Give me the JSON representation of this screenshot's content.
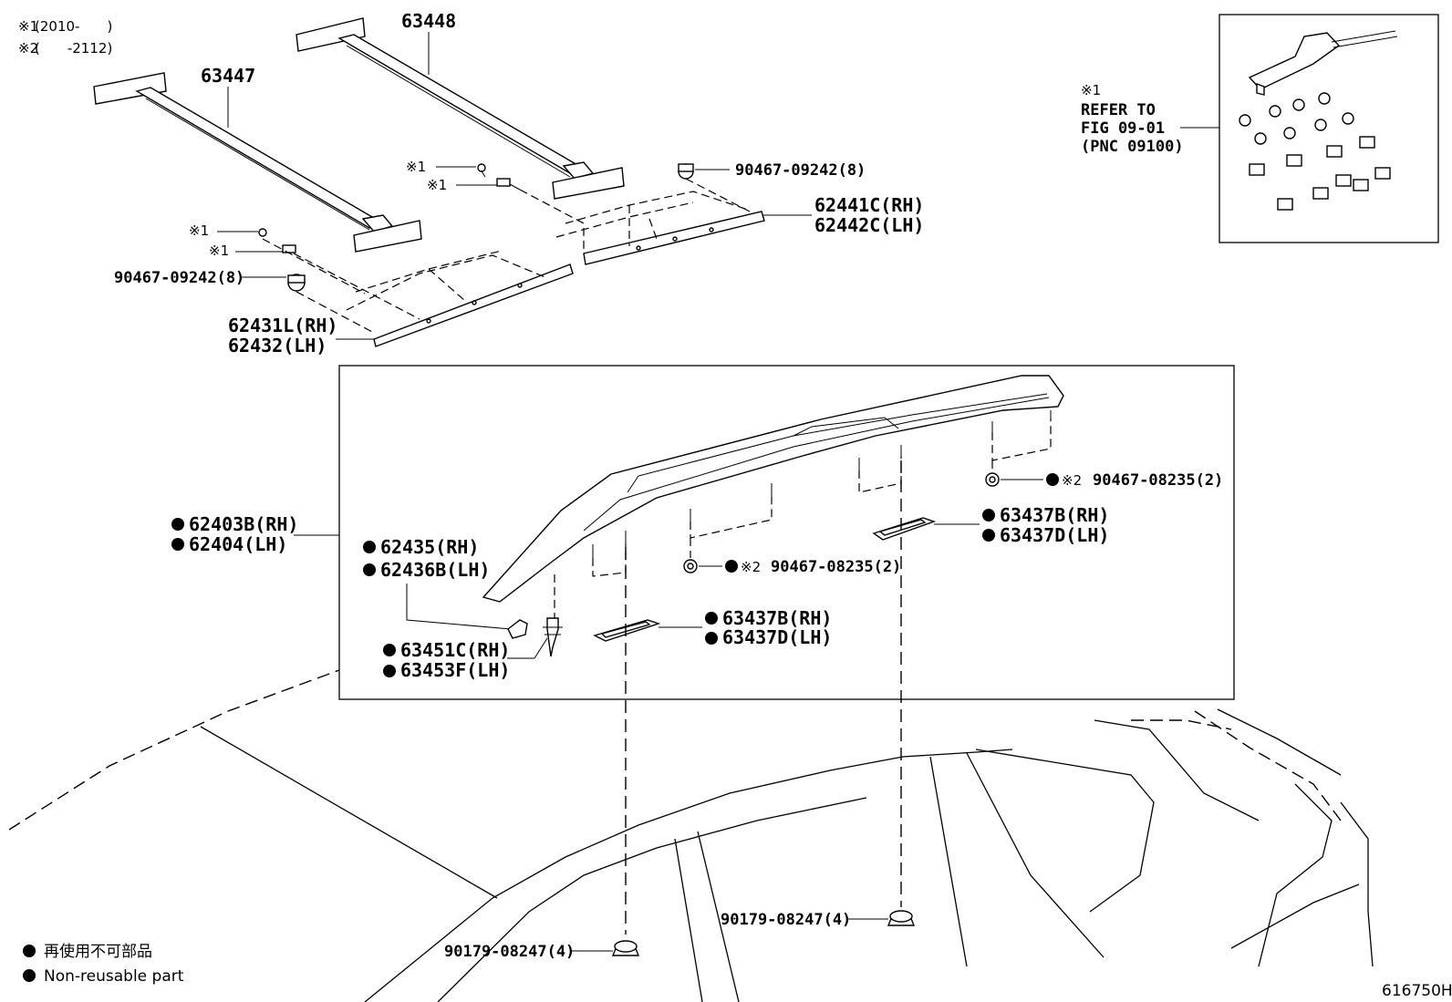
{
  "header_notes": [
    {
      "mark": "※1",
      "text": "(2010-　　)"
    },
    {
      "mark": "※2",
      "text": "(　　-2112)"
    }
  ],
  "refer_box": {
    "mark": "※1",
    "line1": "REFER TO",
    "line2": "FIG 09-01",
    "line3": "(PNC 09100)"
  },
  "mark1": "※1",
  "mark2": "※2",
  "labels": {
    "p63448": "63448",
    "p63447": "63447",
    "p90467_09242_a": "90467-09242(8)",
    "p90467_09242_b": "90467-09242(8)",
    "p62441c": "62441C(RH)",
    "p62442c": "62442C(LH)",
    "p62431l": "62431L(RH)",
    "p62432": "62432(LH)",
    "p62403b": "62403B(RH)",
    "p62404": "62404(LH)",
    "p62435": "62435(RH)",
    "p62436b": "62436B(LH)",
    "p63451c": "63451C(RH)",
    "p63453f": "63453F(LH)",
    "p63437b_a": "63437B(RH)",
    "p63437d_a": "63437D(LH)",
    "p63437b_b": "63437B(RH)",
    "p63437d_b": "63437D(LH)",
    "p90467_08235_a": "90467-08235(2)",
    "p90467_08235_b": "90467-08235(2)",
    "p90179_08247_a": "90179-08247(4)",
    "p90179_08247_b": "90179-08247(4)"
  },
  "legend": {
    "jp": "再使用不可部品",
    "en": "Non-reusable part"
  },
  "figure_id": "616750H"
}
